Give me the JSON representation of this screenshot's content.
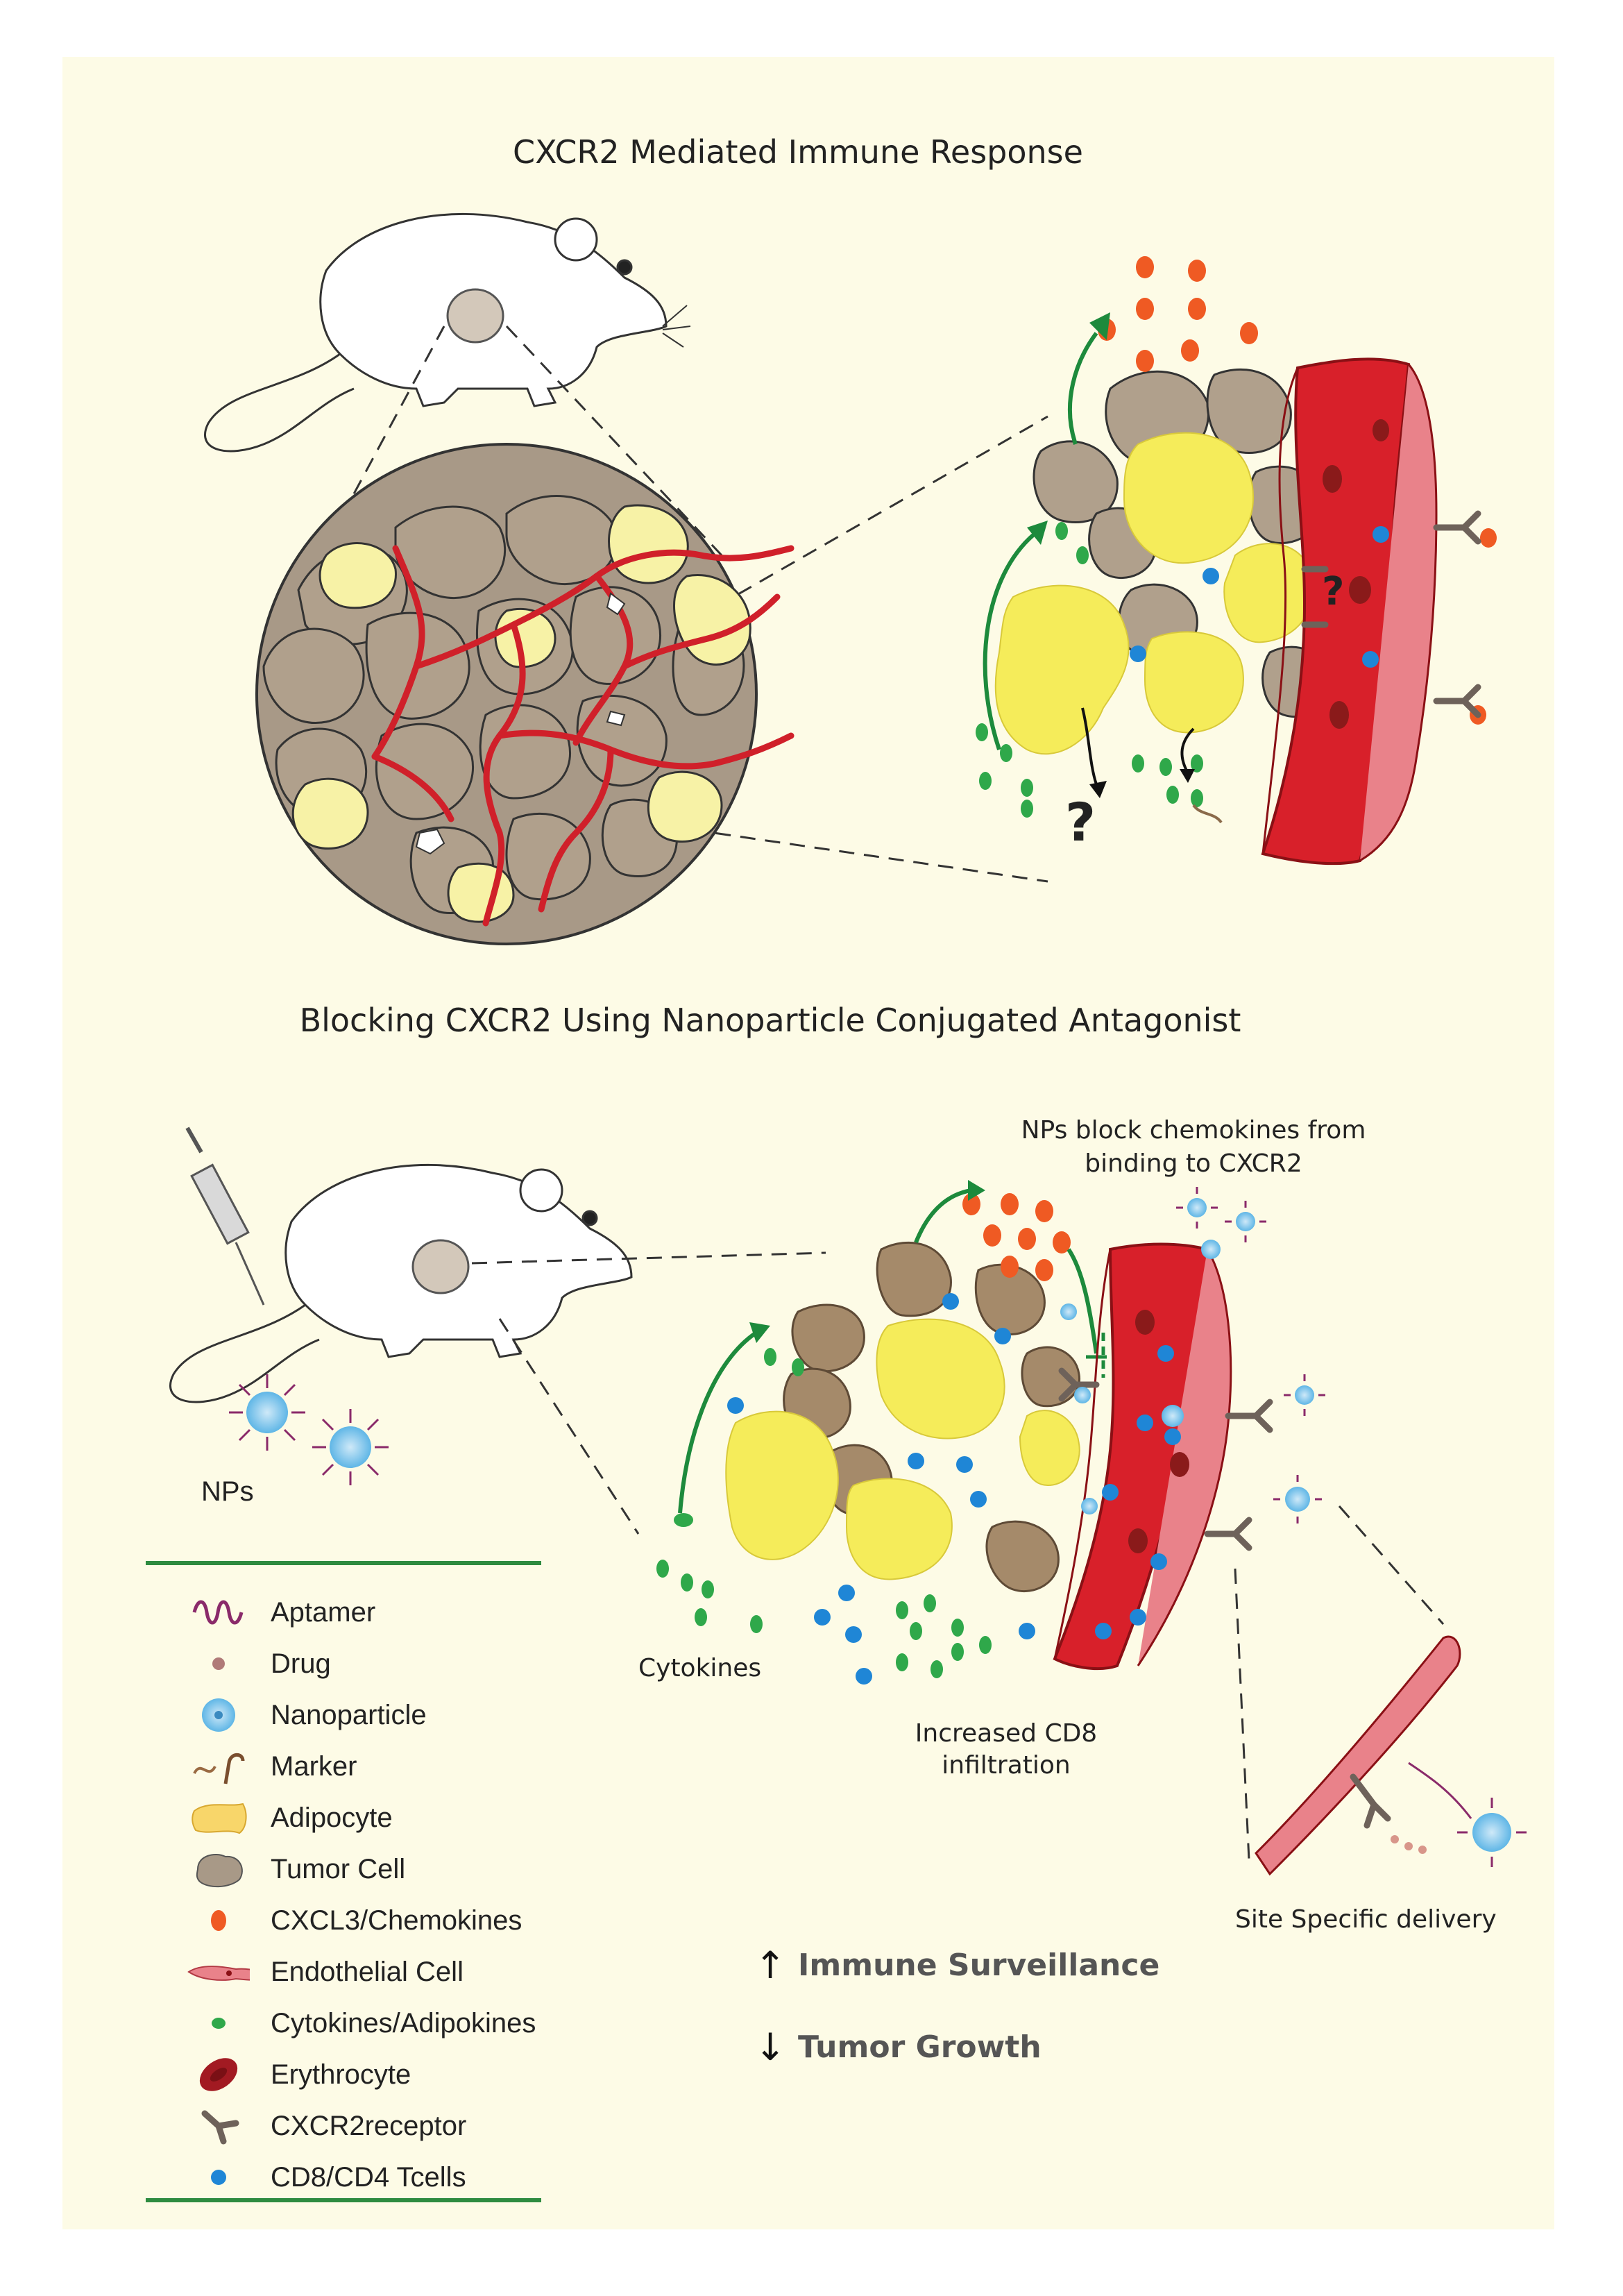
{
  "titles": {
    "top": "CXCR2 Mediated Immune Response",
    "bottom": "Blocking CXCR2 Using Nanoparticle Conjugated Antagonist"
  },
  "labels": {
    "question_mark": "?",
    "nps": "NPs",
    "nps_block": "NPs block chemokines from binding to CXCR2",
    "cytokines": "Cytokines",
    "cd8_infiltration": "Increased CD8 infiltration",
    "site_specific": "Site Specific delivery"
  },
  "legend": [
    {
      "icon": "aptamer-icon",
      "label": "Aptamer"
    },
    {
      "icon": "drug-icon",
      "label": "Drug"
    },
    {
      "icon": "nanoparticle-icon",
      "label": "Nanoparticle"
    },
    {
      "icon": "marker-icon",
      "label": "Marker"
    },
    {
      "icon": "adipocyte-icon",
      "label": "Adipocyte"
    },
    {
      "icon": "tumor-cell-icon",
      "label": "Tumor Cell"
    },
    {
      "icon": "chemokine-icon",
      "label": "CXCL3/Chemokines"
    },
    {
      "icon": "endothelial-cell-icon",
      "label": "Endothelial Cell"
    },
    {
      "icon": "cytokine-icon",
      "label": "Cytokines/Adipokines"
    },
    {
      "icon": "erythrocyte-icon",
      "label": "Erythrocyte"
    },
    {
      "icon": "cxcr2-receptor-icon",
      "label": "CXCR2receptor"
    },
    {
      "icon": "t-cell-icon",
      "label": "CD8/CD4 Tcells"
    }
  ],
  "effects": [
    {
      "direction": "up",
      "label": "Immune Surveillance"
    },
    {
      "direction": "down",
      "label": "Tumor Growth"
    }
  ],
  "colors": {
    "background": "#fdfbe6",
    "tumor_cell": "#b0a08c",
    "adipocyte": "#f5ec5a",
    "chemokine": "#ef5a23",
    "cytokine": "#2fa84a",
    "t_cell": "#1f86d6",
    "vessel": "#d8202a",
    "endothelium": "#e9828a",
    "arrow_green": "#1d8a3c"
  }
}
